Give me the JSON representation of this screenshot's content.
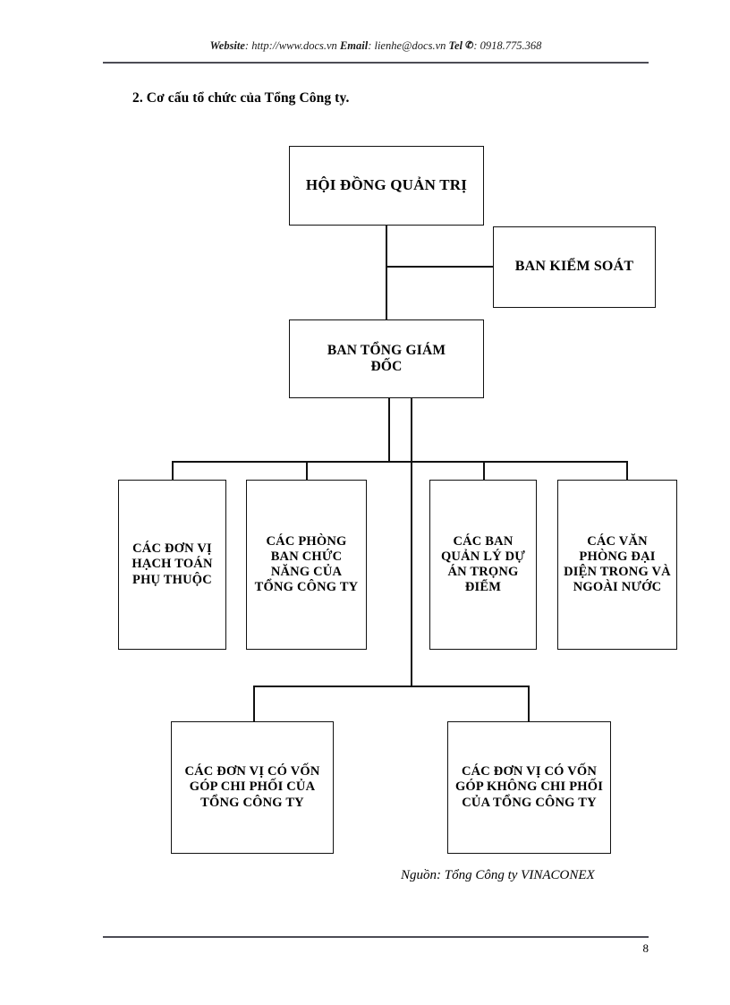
{
  "header": {
    "website_label": "Website",
    "website_value": ": http://www.docs.vn",
    "email_label": "Email",
    "email_value": ": lienhe@docs.vn",
    "tel_label": "Tel",
    "tel_icon": "telephone-icon",
    "tel_value": ": 0918.775.368"
  },
  "section": {
    "heading": "2. Cơ cấu tổ chức của Tổng Công ty."
  },
  "chart": {
    "nodes": {
      "board": "HỘI ĐỒNG QUẢN TRỊ",
      "supervisory": "BAN KIỂM SOÁT",
      "management": "BAN TỔNG GIÁM ĐỐC",
      "dependent_units": "CÁC ĐƠN VỊ HẠCH TOÁN PHỤ THUỘC",
      "functional_departments": "CÁC PHÒNG BAN CHỨC NĂNG CỦA TỔNG CÔNG TY",
      "key_projects": "CÁC BAN QUẢN LÝ DỰ ÁN TRỌNG ĐIỂM",
      "representative_offices": "CÁC VĂN PHÒNG ĐẠI DIỆN TRONG VÀ NGOÀI NƯỚC",
      "controlling_capital": "CÁC ĐƠN VỊ CÓ VỐN GÓP CHI PHỐI CỦA TỔNG CÔNG TY",
      "non_controlling_capital": "CÁC ĐƠN VỊ CÓ VỐN GÓP KHÔNG CHI PHỐI CỦA TỔNG CÔNG TY"
    }
  },
  "source_note": "Nguồn: Tổng Công ty VINACONEX",
  "footer": {
    "page_number": "8"
  },
  "colors": {
    "ink": "#111111",
    "rule": "#4c4c55",
    "page_background": "#ffffff"
  }
}
